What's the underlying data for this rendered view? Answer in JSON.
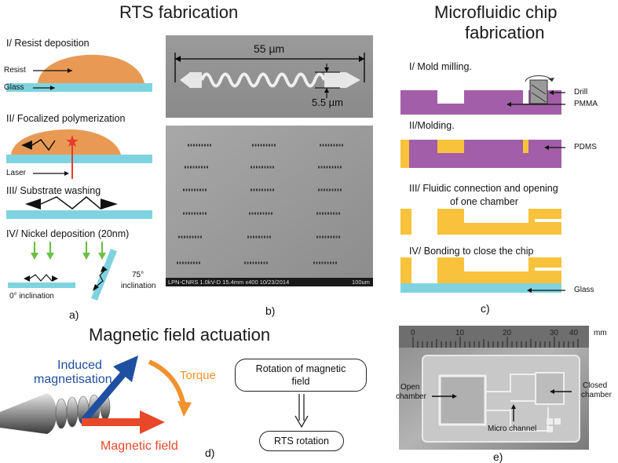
{
  "rts": {
    "title": "RTS fabrication",
    "step1": "I/ Resist deposition",
    "resist": "Resist",
    "glass": "Glass",
    "step2": "II/ Focalized polymerization",
    "laser": "Laser",
    "step3": "III/ Substrate washing",
    "step4": "IV/ Nickel deposition (20nm)",
    "incl0": "0° inclination",
    "incl75a": "75°",
    "incl75b": "inclination",
    "panel": "a)"
  },
  "sem": {
    "len": "55 µm",
    "dia": "5.5 µm",
    "footer_left": "LPN-CNRS 1.0kV-D 15.4mm x400 10/23/2014",
    "footer_right": "100um",
    "panel": "b)"
  },
  "chip": {
    "title1": "Microfluidic chip",
    "title2": "fabrication",
    "step1": "I/ Mold milling.",
    "drill": "Drill",
    "pmma": "PMMA",
    "step2": "II/Molding.",
    "pdms": "PDMS",
    "step3a": "III/ Fluidic connection and opening",
    "step3b": "of one chamber",
    "step4": "IV/ Bonding to close the chip",
    "glass": "Glass",
    "panel": "c)"
  },
  "magnet": {
    "title": "Magnetic field actuation",
    "induced1": "Induced",
    "induced2": "magnetisation",
    "torque": "Torque",
    "field": "Magnetic field",
    "box1a": "Rotation of magnetic",
    "box1b": "field",
    "box2": "RTS rotation",
    "panel": "d)"
  },
  "photo": {
    "unit": "mm",
    "ruler": [
      "0",
      "10",
      "20",
      "30",
      "40"
    ],
    "open1": "Open",
    "open2": "chamber",
    "closed1": "Closed",
    "closed2": "chamber",
    "micro": "Micro channel",
    "panel": "e)"
  },
  "colors": {
    "resist": "#e89a55",
    "glass": "#7fd3e0",
    "pmma": "#a25ea8",
    "pdms": "#f8c23a",
    "laser": "#e83a2a",
    "nickel": "#6cbf45",
    "induced": "#1f4fa0",
    "field": "#e8482a",
    "torque": "#f0922e"
  }
}
